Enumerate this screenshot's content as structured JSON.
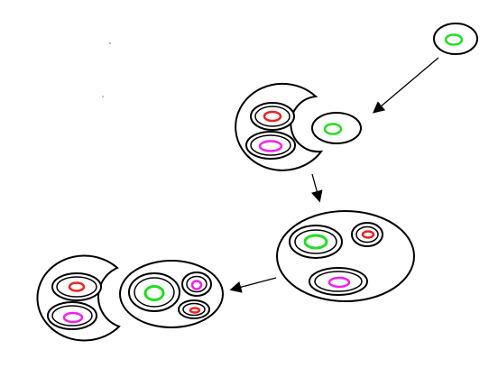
{
  "colors": {
    "outline": "#000000",
    "background": "#ffffff",
    "green": "#22dd22",
    "red": "#ee2222",
    "magenta": "#ee22ee"
  },
  "cells": {
    "single_green_cell": {
      "inner_colors": [
        "green"
      ]
    },
    "engulfing_cell": {
      "inner_colors": [
        "red",
        "magenta"
      ]
    },
    "engulfed_green_cell": {
      "inner_colors": [
        "green"
      ]
    },
    "merged_cell": {
      "inner_colors": [
        "green",
        "red",
        "magenta"
      ]
    },
    "final_engulfing_cell": {
      "inner_colors": [
        "red",
        "magenta"
      ]
    },
    "final_engulfed_cell": {
      "inner_colors": [
        "green",
        "magenta",
        "red"
      ]
    }
  }
}
